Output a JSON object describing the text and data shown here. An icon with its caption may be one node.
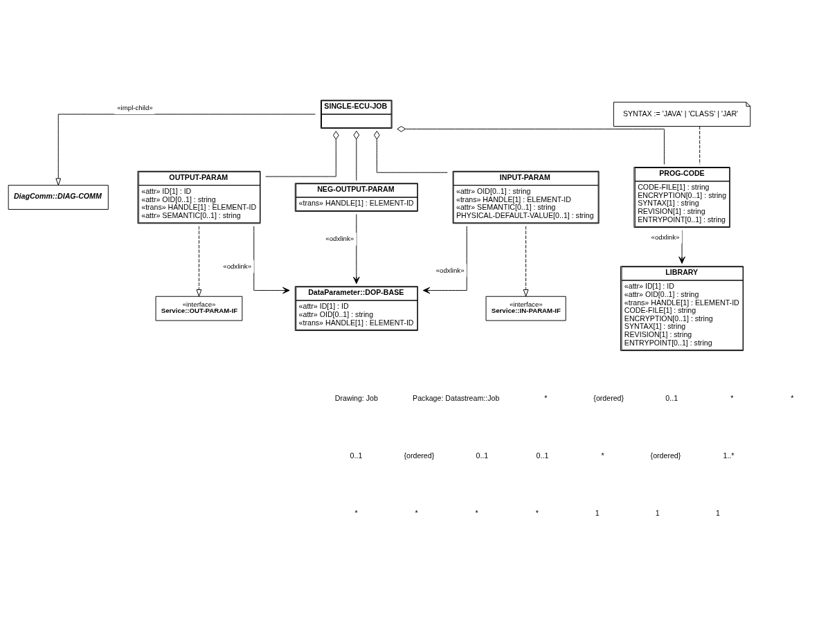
{
  "diagram": {
    "nodes": [
      {
        "text": [
          "«interface»",
          "Service::IN-PARAM-IF"
        ]
      },
      {
        "text": [
          "DiagComm::DIAG-COMM"
        ]
      },
      {
        "text": [
          "«interface»",
          "Service::OUT-PARAM-IF"
        ]
      },
      {
        "text": [
          "OUTPUT-PARAM",
          "«attr» ID[1] : ID",
          "«attr» OID[0..1] : string",
          "«trans» HANDLE[1] : ELEMENT-ID",
          "«attr» SEMANTIC[0..1] : string"
        ]
      },
      {
        "text": [
          "SINGLE-ECU-JOB"
        ]
      },
      {
        "text": [
          "INPUT-PARAM",
          "«attr» OID[0..1] : string",
          "«trans» HANDLE[1] : ELEMENT-ID",
          "«attr» SEMANTIC[0..1] : string",
          "PHYSICAL-DEFAULT-VALUE[0..1] : string"
        ]
      },
      {
        "text": [
          "NEG-OUTPUT-PARAM",
          "«trans» HANDLE[1] : ELEMENT-ID"
        ]
      },
      {
        "text": [
          "PROG-CODE",
          "CODE-FILE[1] : string",
          "ENCRYPTION[0..1] : string",
          "SYNTAX[1] : string",
          "REVISION[1] : string",
          "ENTRYPOINT[0..1] : string"
        ]
      },
      {
        "text": [
          "LIBRARY",
          "«attr» ID[1] : ID",
          "«attr» OID[0..1] : string",
          "«trans» HANDLE[1] : ELEMENT-ID",
          "CODE-FILE[1] : string",
          "ENCRYPTION[0..1] : string",
          "SYNTAX[1] : string",
          "REVISION[1] : string",
          "ENTRYPOINT[0..1] : string"
        ]
      },
      {
        "text": [
          "SYNTAX := 'JAVA' | 'CLASS' | 'JAR'"
        ]
      },
      {
        "text": [
          "DataParameter::DOP-BASE",
          "«attr» ID[1] : ID",
          "«attr» OID[0..1] : string",
          "«trans» HANDLE[1] : ELEMENT-ID"
        ]
      }
    ],
    "edges": [
      {
        "from": 5,
        "to": 0,
        "arrow": "to",
        "style": "dashed"
      },
      {
        "from": 4,
        "to": 1,
        "arrow": "to",
        "label": "«impl-child»"
      },
      {
        "from": 3,
        "to": 2,
        "arrow": "to",
        "style": "dashed"
      },
      {
        "from": 4,
        "to": 5,
        "arrow": "other"
      },
      {
        "from": 4,
        "to": 3,
        "arrow": "other"
      },
      {
        "from": 4,
        "to": 7,
        "arrow": "other"
      },
      {
        "from": 4,
        "to": 6,
        "arrow": "other"
      },
      {
        "from": 3,
        "to": 10,
        "arrow": "to",
        "label": "«odxlink»"
      },
      {
        "from": 6,
        "to": 10,
        "arrow": "to",
        "label": "«odxlink»"
      },
      {
        "from": 7,
        "to": 8,
        "arrow": "to",
        "label": "«odxlink»"
      },
      {
        "from": 5,
        "to": 10,
        "arrow": "to",
        "label": "«odxlink»"
      },
      {
        "from": 9,
        "to": 7,
        "arrow": "none",
        "style": "dashed"
      }
    ],
    "labels": [
      "Drawing: Job",
      "Package: Datastream::Job",
      "*",
      "{ordered}",
      "0..1",
      "*",
      "*",
      "0..1",
      "{ordered}",
      "0..1",
      "0..1",
      "*",
      "{ordered}",
      "1..*",
      "*",
      "*",
      "*",
      "*",
      "1",
      "1",
      "1"
    ]
  }
}
